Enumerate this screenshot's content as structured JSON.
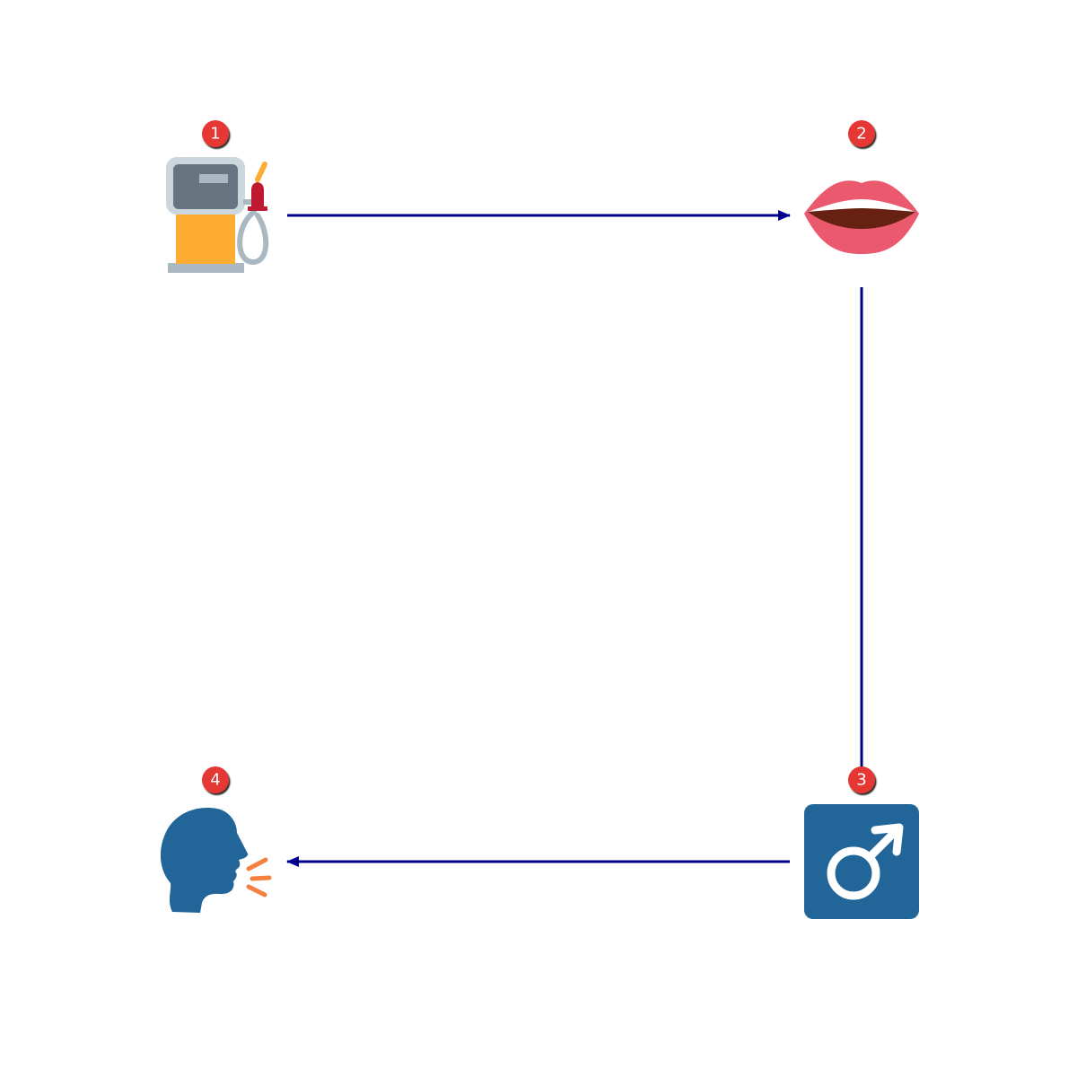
{
  "colors": {
    "connector": "#00008B",
    "badge_fill": "#E53935",
    "badge_text": "#FFFFFF"
  },
  "steps": [
    {
      "number": "1",
      "icon": "fuel-pump-icon"
    },
    {
      "number": "2",
      "icon": "mouth-icon"
    },
    {
      "number": "3",
      "icon": "male-sign-icon"
    },
    {
      "number": "4",
      "icon": "speaking-head-icon"
    }
  ],
  "connections": [
    {
      "from": "1",
      "to": "2"
    },
    {
      "from": "2",
      "to": "3"
    },
    {
      "from": "3",
      "to": "4"
    }
  ]
}
